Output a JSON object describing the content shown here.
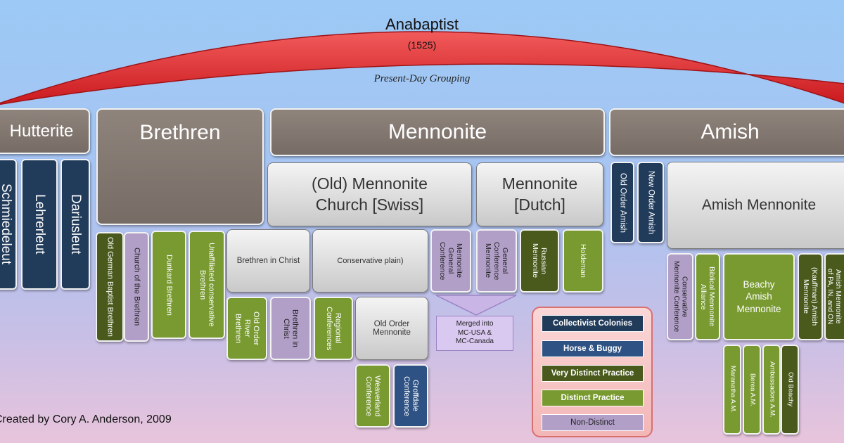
{
  "arc": {
    "title": "Anabaptist",
    "year": "(1525)",
    "subtitle": "Present-Day Grouping"
  },
  "groups": {
    "hutterite": "Hutterite",
    "brethren": "Brethren",
    "mennonite": "Mennonite",
    "amish": "Amish"
  },
  "subgroups": {
    "old_mennonite": "(Old) Mennonite\nChurch [Swiss]",
    "dutch": "Mennonite\n[Dutch]",
    "amish_mennonite": "Amish Mennonite",
    "brethren_in_christ": "Brethren in Christ",
    "conservative_plain": "Conservative plain)",
    "old_order_mennonite": "Old Order\nMennonite"
  },
  "hutterite_items": [
    "Schmiedeleut",
    "Lehrerleut",
    "Dariusleut"
  ],
  "brethren_items": [
    "Old German Baptist Brethren",
    "Church of the Brethren",
    "Dunkard Brethren",
    "Unaffiliated conservative\nBrethren"
  ],
  "bic_items": [
    "Old Order\nRiver\nBrethren",
    "Brethren in\nChrist"
  ],
  "conservative_items": [
    "Regional\nConferences"
  ],
  "old_order_items": [
    "Weaverland\nConference",
    "Groffdale\nConference"
  ],
  "mennonite_items": [
    "Mennonite\nGeneral\nConference",
    "General\nConference\nMennonite",
    "Russian\nMennonite",
    "Holdeman"
  ],
  "merged_note": "Merged into\nMC-USA &\nMC-Canada",
  "amish_items": [
    "Old Order Amish",
    "New Order Amish"
  ],
  "amish_mennonite_items": [
    "Conservative\nMennonite Conference",
    "Biblical Mennonite\nAlliance",
    "(Kauffman) Amish\nMennonite",
    "Amish Mennonite\nof PA, IN, and ON"
  ],
  "beachy": "Beachy\nAmish\nMennonite",
  "beachy_items": [
    "Maranatha A.M.",
    "Berea A.M.",
    "Ambassadors A.M.",
    "Old Beachy"
  ],
  "legend": [
    "Collectivist Colonies",
    "Horse & Buggy",
    "Very Distinct Practice",
    "Distinct Practice",
    "Non-Distinct"
  ],
  "credit": "Created by Cory A. Anderson, 2009",
  "colors": {
    "collectivist": "#213b5b",
    "horse_buggy": "#2e5283",
    "very_distinct": "#4a5a1c",
    "distinct": "#789a30",
    "non_distinct": "#b19fc8",
    "arc": "#d9262a"
  }
}
